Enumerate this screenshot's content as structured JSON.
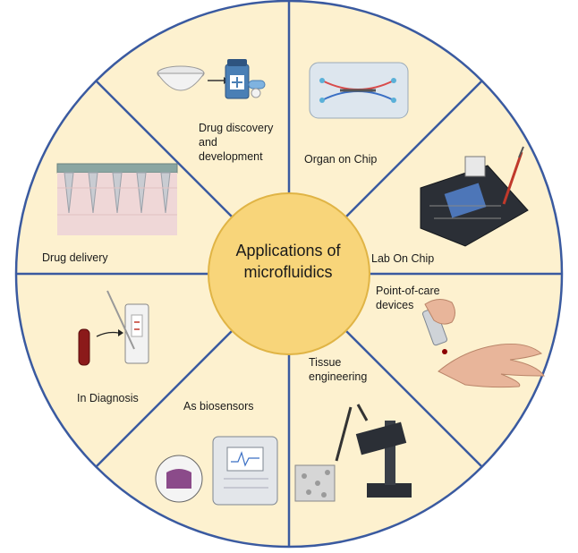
{
  "diagram": {
    "center_label": "Applications of\nmicrofluidics",
    "segments": [
      {
        "id": "drug-discovery",
        "label": "Drug discovery\nand\ndevelopment",
        "icon": "bowl-and-medicine-icon"
      },
      {
        "id": "organ-on-chip",
        "label": "Organ on Chip",
        "icon": "chip-icon"
      },
      {
        "id": "lab-on-chip",
        "label": "Lab On Chip",
        "icon": "lab-device-icon"
      },
      {
        "id": "point-of-care",
        "label": "Point-of-care\ndevices",
        "icon": "finger-prick-icon"
      },
      {
        "id": "tissue-engineering",
        "label": "Tissue\nengineering",
        "icon": "bioprinter-icon"
      },
      {
        "id": "biosensors",
        "label": "As biosensors",
        "icon": "sensor-device-icon"
      },
      {
        "id": "diagnosis",
        "label": "In Diagnosis",
        "icon": "test-strip-icon"
      },
      {
        "id": "drug-delivery",
        "label": "Drug delivery",
        "icon": "microneedle-patch-icon"
      }
    ],
    "colors": {
      "segment_fill": "#fdf1cf",
      "divider": "#3a5aa0",
      "outer_ring": "#3a5aa0",
      "center_fill": "#f8d57a",
      "center_stroke": "#e0b445"
    }
  }
}
